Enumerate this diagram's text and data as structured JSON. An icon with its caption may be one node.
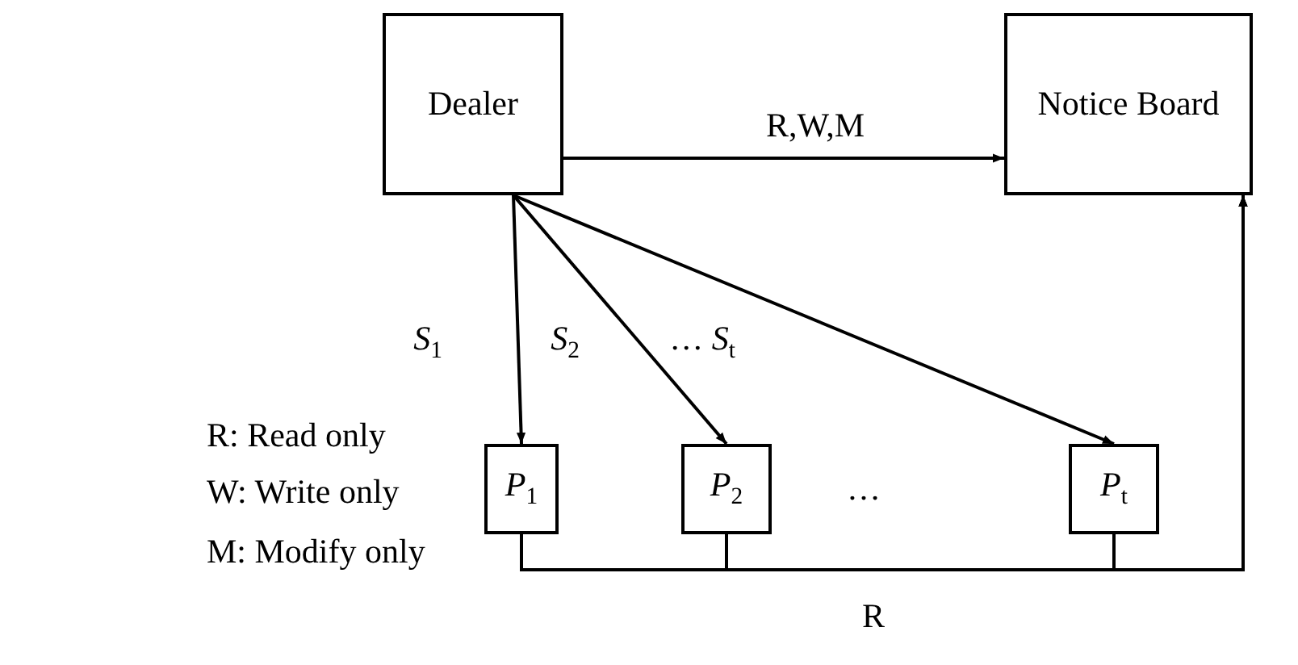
{
  "diagram": {
    "nodes": [
      {
        "text": [
          "Dealer"
        ]
      },
      {
        "text": [
          "Notice Board"
        ]
      },
      {
        "text": [
          "*P*$_{1}$"
        ]
      },
      {
        "text": [
          "*P*$_{2}$"
        ]
      },
      {
        "text": [
          "*P*$_{t}$"
        ]
      }
    ],
    "edges": [
      {
        "from": 0,
        "to": 1,
        "arrow": "to",
        "label": "R,W,M"
      },
      {
        "from": 0,
        "to": 2,
        "arrow": "to",
        "label": "*S*$_{1}$"
      },
      {
        "from": 0,
        "to": 3,
        "arrow": "to",
        "label": "*S*$_{2}$"
      },
      {
        "from": 0,
        "to": 4,
        "arrow": "to",
        "label": "… *S*$_{t}$"
      },
      {
        "from": 2,
        "to": 1,
        "arrow": "to",
        "label": "R"
      },
      {
        "from": 3,
        "to": 1,
        "arrow": "to"
      },
      {
        "from": 4,
        "to": 1,
        "arrow": "to"
      }
    ],
    "labels": [
      "…",
      "R: Read only",
      "W: Write only",
      "M: Modify only"
    ]
  }
}
